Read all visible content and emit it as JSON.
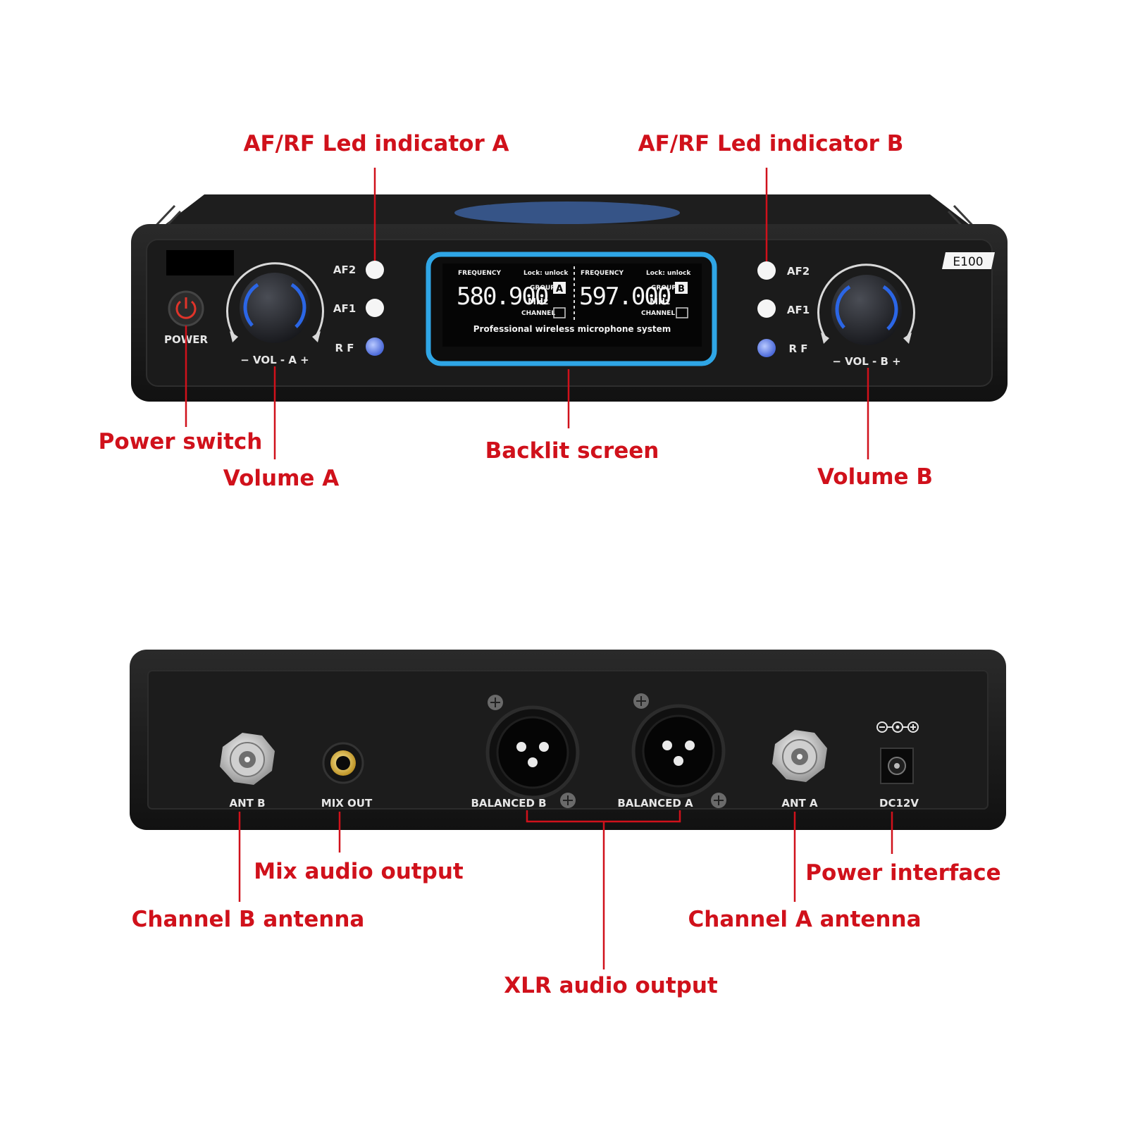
{
  "accent_color": "#d0111b",
  "front_panel": {
    "model": "E100",
    "power_label": "POWER",
    "vol_a_label": "− VOL - A +",
    "vol_b_label": "− VOL - B +",
    "af2": "AF2",
    "af1": "AF1",
    "rf": "R F",
    "screen": {
      "freq_label": "FREQUENCY",
      "lock_label": "Lock: unlock",
      "freq_a": "580.900",
      "freq_b": "597.000",
      "unit": "MHz",
      "group_label": "GROUP",
      "channel_label": "CHANNEL",
      "group_a": "A",
      "group_b": "B",
      "tagline": "Professional wireless microphone system"
    }
  },
  "back_panel": {
    "ant_b": "ANT B",
    "mix_out": "MIX OUT",
    "balanced_b": "BALANCED B",
    "balanced_a": "BALANCED A",
    "ant_a": "ANT A",
    "dc12v": "DC12V"
  },
  "callouts": {
    "af_rf_a": "AF/RF Led indicator A",
    "af_rf_b": "AF/RF Led indicator B",
    "power_switch": "Power switch",
    "volume_a": "Volume A",
    "backlit_screen": "Backlit screen",
    "volume_b": "Volume B",
    "mix_audio_output": "Mix audio output",
    "channel_b_antenna": "Channel B antenna",
    "xlr_audio_output": "XLR audio output",
    "power_interface": "Power interface",
    "channel_a_antenna": "Channel A antenna"
  }
}
